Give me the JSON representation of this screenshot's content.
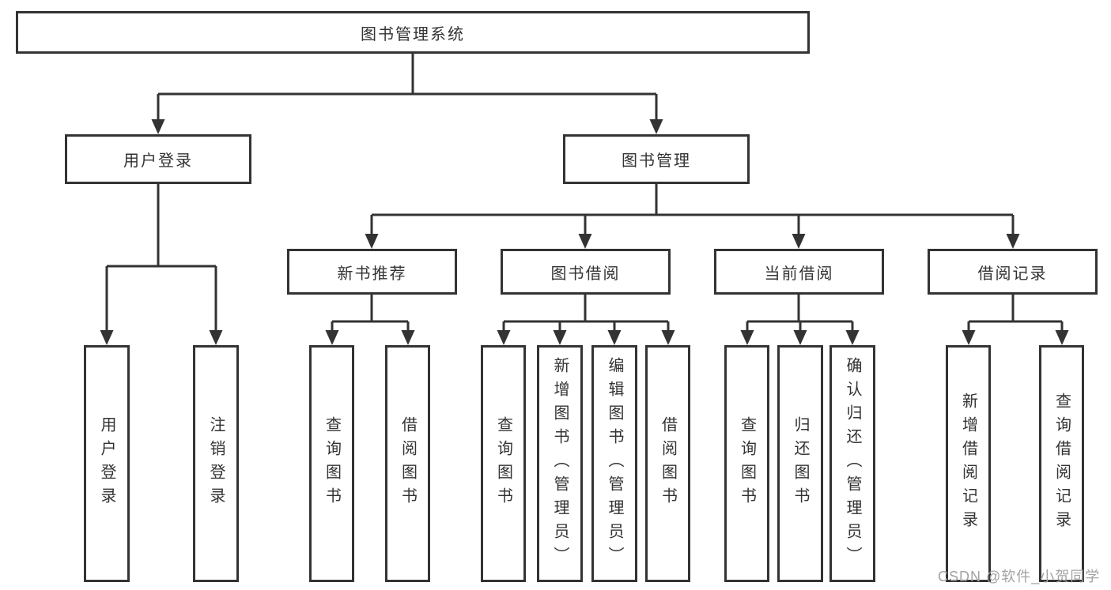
{
  "diagram": {
    "root": {
      "label": "图书管理系统"
    },
    "user_branch": {
      "label": "用户登录",
      "leaves": [
        "用户登录",
        "注销登录"
      ]
    },
    "book_branch": {
      "label": "图书管理",
      "groups": [
        {
          "label": "新书推荐",
          "leaves": [
            "查询图书",
            "借阅图书"
          ]
        },
        {
          "label": "图书借阅",
          "leaves": [
            "查询图书",
            "新增图书（管理员）",
            "编辑图书（管理员）",
            "借阅图书"
          ]
        },
        {
          "label": "当前借阅",
          "leaves": [
            "查询图书",
            "归还图书",
            "确认归还（管理员）"
          ]
        },
        {
          "label": "借阅记录",
          "leaves": [
            "新增借阅记录",
            "查询借阅记录"
          ]
        }
      ]
    }
  },
  "watermark": {
    "text": "CSDN @软件_小贺同学",
    "color": "#a3a3a3"
  },
  "colors": {
    "line": "#333333",
    "border": "#333333",
    "text": "#333333",
    "background": "#ffffff"
  }
}
